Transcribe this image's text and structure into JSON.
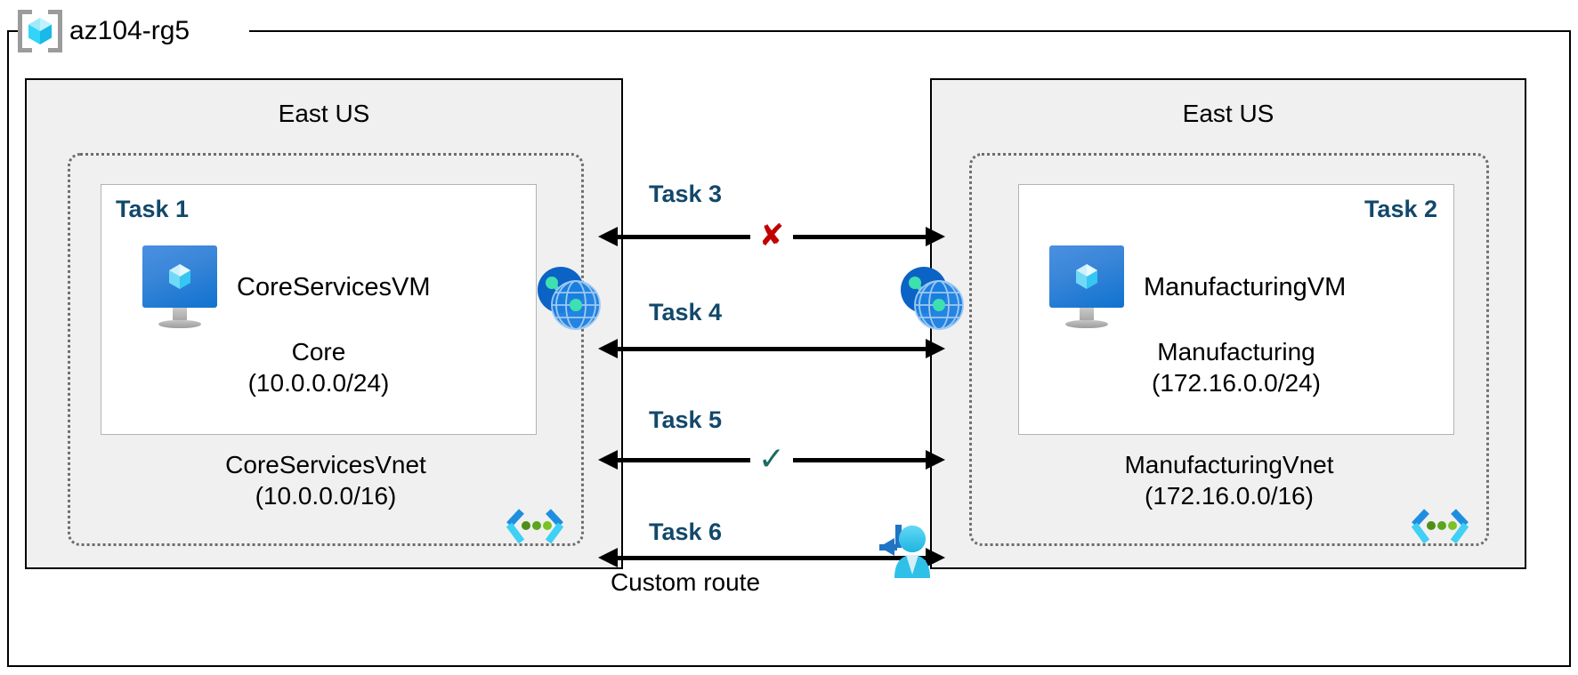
{
  "resource_group": {
    "name": "az104-rg5",
    "icon": "azure-resource-group-cube-icon"
  },
  "regions": [
    {
      "id": "left",
      "title": "East US",
      "vnet": {
        "name": "CoreServicesVnet",
        "cidr": "(10.0.0.0/16)"
      },
      "subnet": {
        "name": "Core",
        "cidr": "(10.0.0.0/24)"
      },
      "task_tag": "Task 1",
      "vm": {
        "name": "CoreServicesVM",
        "icon": "virtual-machine-icon"
      },
      "subnet_icon": "subnet-chevron-icon",
      "peering_icon": "vnet-peering-icon"
    },
    {
      "id": "right",
      "title": "East US",
      "vnet": {
        "name": "ManufacturingVnet",
        "cidr": "(172.16.0.0/16)"
      },
      "subnet": {
        "name": "Manufacturing",
        "cidr": "(172.16.0.0/24)"
      },
      "task_tag": "Task 2",
      "vm": {
        "name": "ManufacturingVM",
        "icon": "virtual-machine-icon"
      },
      "subnet_icon": "subnet-chevron-icon",
      "peering_icon": "vnet-peering-icon"
    }
  ],
  "connections": [
    {
      "label": "Task 3",
      "marker": "✘",
      "marker_kind": "cross",
      "sublabel": ""
    },
    {
      "label": "Task 4",
      "marker": "",
      "marker_kind": "none",
      "sublabel": ""
    },
    {
      "label": "Task 5",
      "marker": "✓",
      "marker_kind": "check",
      "sublabel": ""
    },
    {
      "label": "Task 6",
      "marker": "",
      "marker_kind": "none",
      "sublabel": "Custom route",
      "icon": "custom-route-user-icon"
    }
  ],
  "colors": {
    "task_label": "#12486b",
    "cross": "#c00000",
    "check": "#1b6b63",
    "region_fill": "#f0f0f0",
    "vnet_border": "#6d6d6d",
    "vm_icon_blue": "#0f72cf",
    "peer_blue": "#0a62c9",
    "peer_teal": "#3ee0b0",
    "subnet_icon_blue": "#1e8fe0",
    "subnet_icon_cyan": "#3fd0f5",
    "subnet_icon_green": "#5aa61e",
    "route_person_cyan": "#35c6ee",
    "route_arrow_blue": "#1f74c4"
  }
}
